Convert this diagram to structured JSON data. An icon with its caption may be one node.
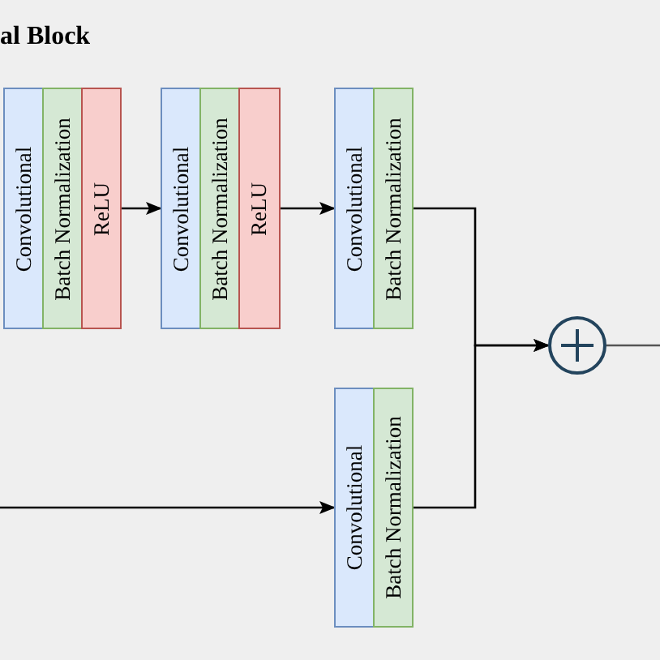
{
  "diagram": {
    "title": "al Block",
    "nodes": [
      {
        "text": [
          "Convolutional"
        ]
      },
      {
        "text": [
          "Batch Normalization"
        ]
      },
      {
        "text": [
          "ReLU"
        ]
      },
      {
        "text": [
          "Convolutional"
        ]
      },
      {
        "text": [
          "Batch Normalization"
        ]
      },
      {
        "text": [
          "ReLU"
        ]
      },
      {
        "text": [
          "Convolutional"
        ]
      },
      {
        "text": [
          "Batch Normalization"
        ]
      },
      {
        "text": [],
        "shape": "circle"
      },
      {
        "text": [
          "Convolutional"
        ]
      },
      {
        "text": [
          "Batch Normalization"
        ]
      }
    ],
    "edges": [
      {
        "from": 2,
        "to": 3,
        "arrow": "to"
      },
      {
        "from": 5,
        "to": 6,
        "arrow": "to"
      },
      {
        "from": 7,
        "to": 8,
        "arrow": "to"
      },
      {
        "from": 10,
        "to": 8,
        "arrow": "to"
      },
      {
        "from": null,
        "to": 9,
        "arrow": "to"
      },
      {
        "from": 8,
        "to": null,
        "arrow": "none"
      }
    ]
  }
}
